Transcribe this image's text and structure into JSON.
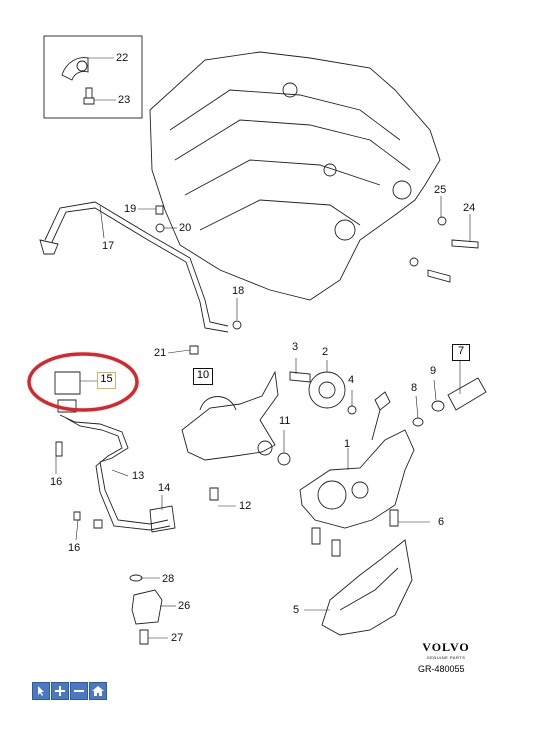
{
  "callouts": {
    "c1": "1",
    "c2": "2",
    "c3": "3",
    "c4": "4",
    "c5": "5",
    "c6": "6",
    "c7": "7",
    "c8": "8",
    "c9": "9",
    "c10": "10",
    "c11": "11",
    "c12": "12",
    "c13": "13",
    "c14": "14",
    "c15": "15",
    "c16a": "16",
    "c16b": "16",
    "c17": "17",
    "c18": "18",
    "c19": "19",
    "c20": "20",
    "c21": "21",
    "c22": "22",
    "c23": "23",
    "c24": "24",
    "c25": "25",
    "c26": "26",
    "c27": "27",
    "c28": "28"
  },
  "brand": {
    "name": "VOLVO",
    "sub": "GENUINE PARTS",
    "ref": "GR-480055"
  },
  "colors": {
    "highlight": "#d9262c",
    "line": "#222222",
    "toolbar": "#4a78c2"
  },
  "toolbar": {
    "icons": [
      "pointer-icon",
      "zoom-in-icon",
      "zoom-out-icon",
      "home-icon"
    ]
  }
}
